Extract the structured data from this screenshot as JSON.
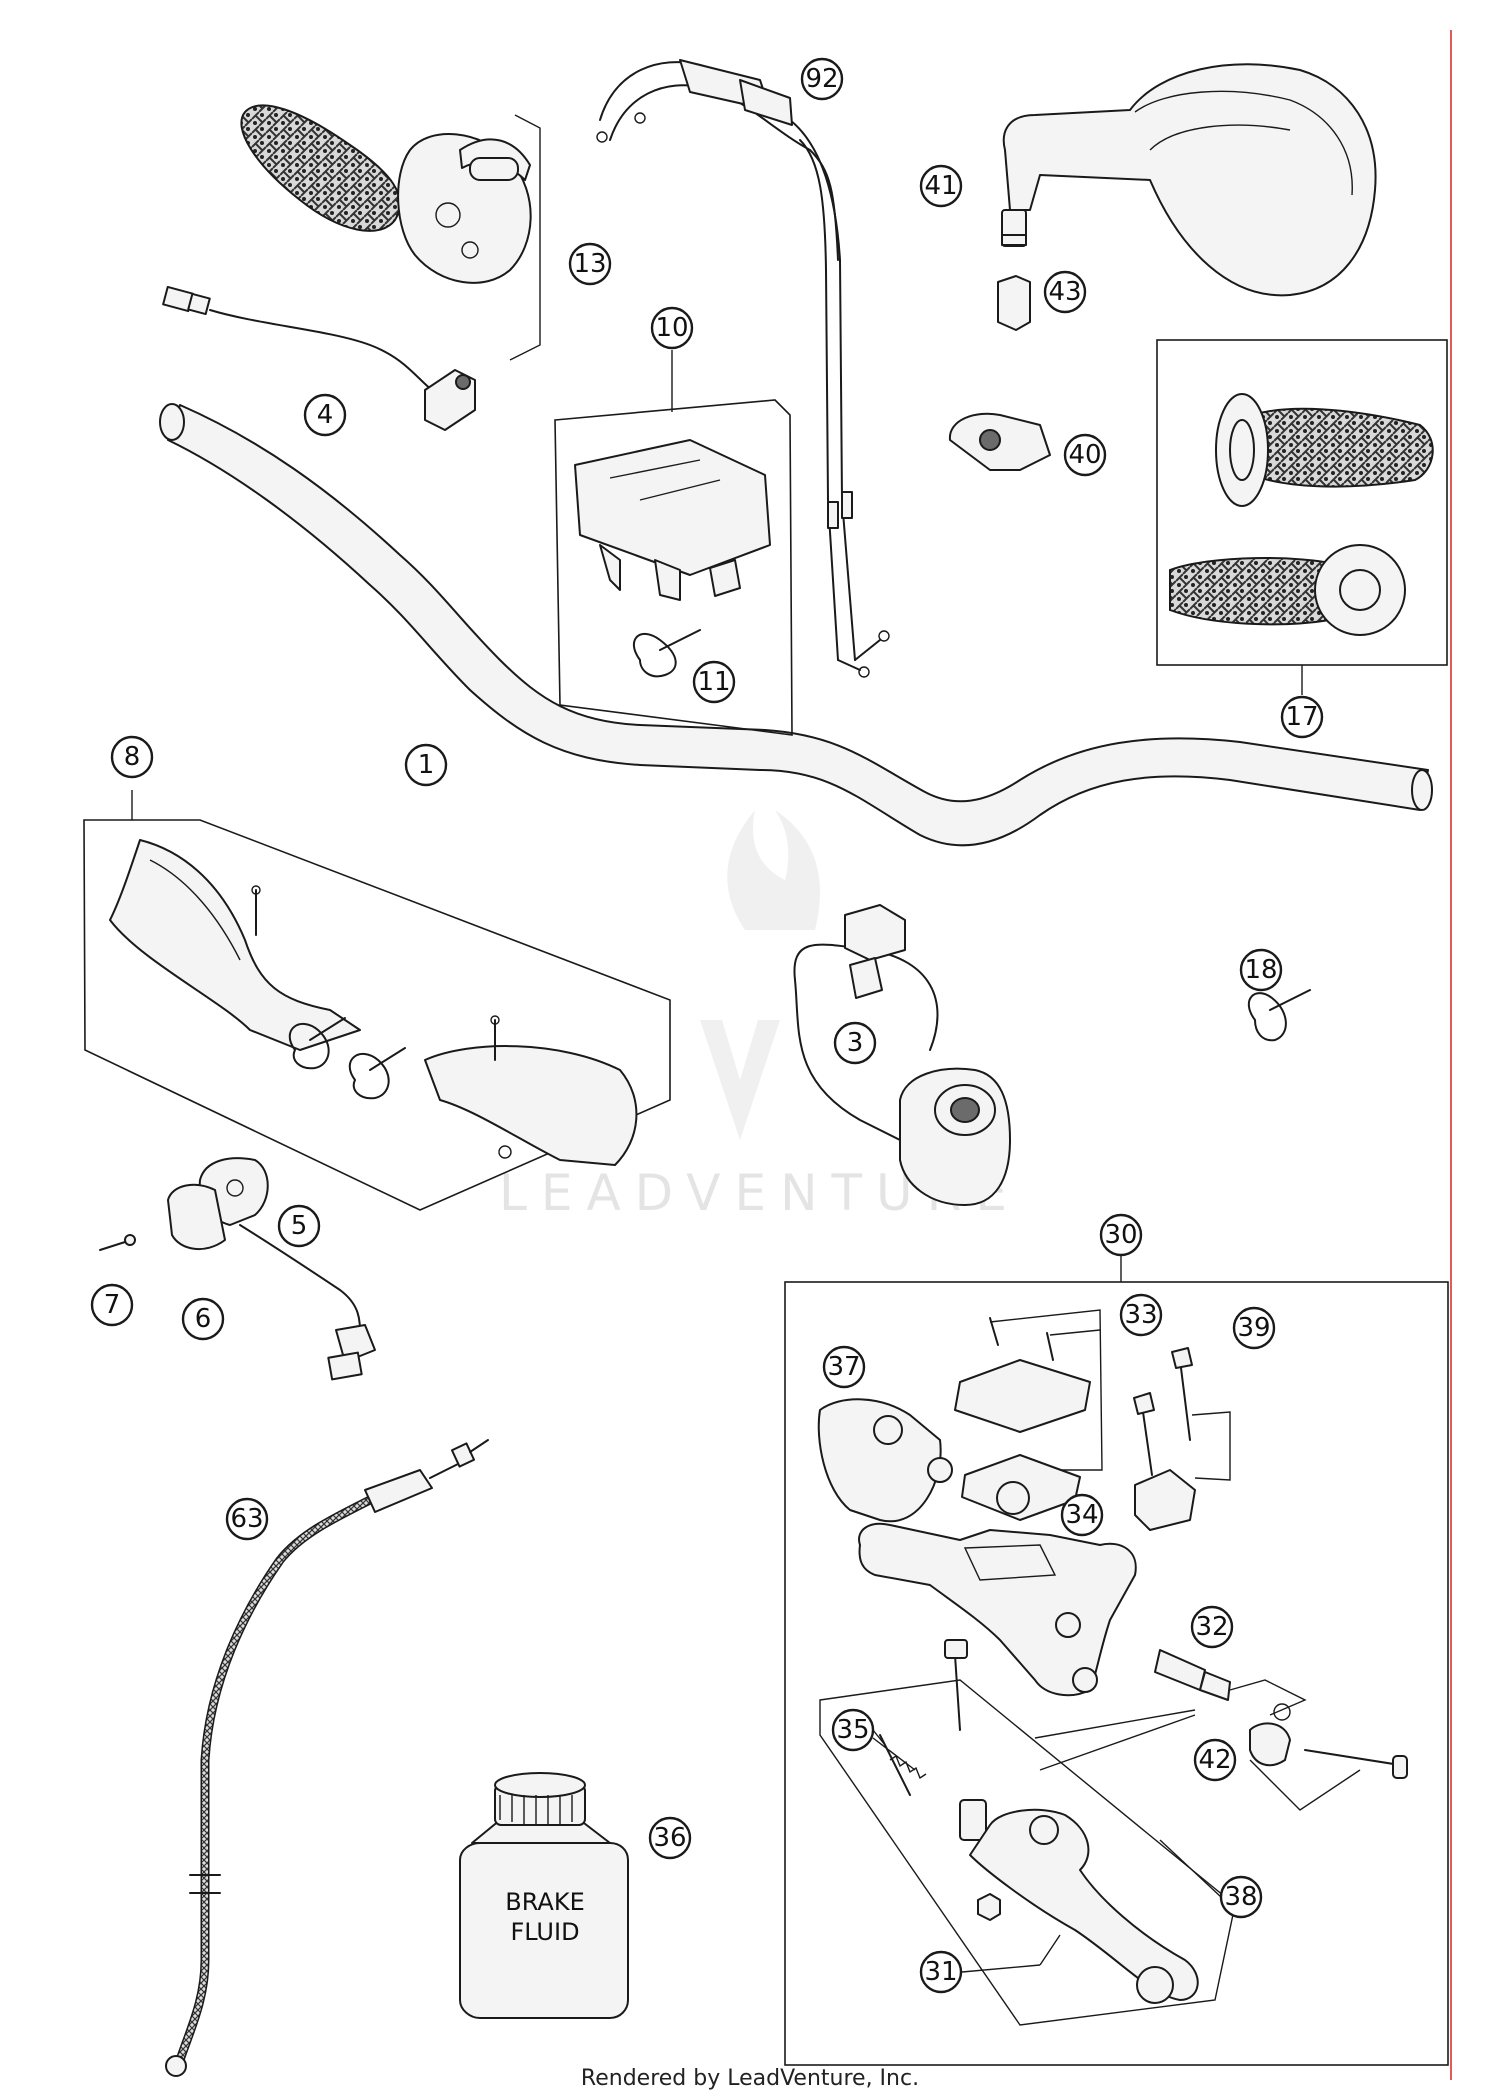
{
  "diagram": {
    "callouts": [
      {
        "n": "92"
      },
      {
        "n": "41"
      },
      {
        "n": "13"
      },
      {
        "n": "43"
      },
      {
        "n": "10"
      },
      {
        "n": "4"
      },
      {
        "n": "40"
      },
      {
        "n": "11"
      },
      {
        "n": "17"
      },
      {
        "n": "8"
      },
      {
        "n": "1"
      },
      {
        "n": "18"
      },
      {
        "n": "3"
      },
      {
        "n": "5"
      },
      {
        "n": "30"
      },
      {
        "n": "7"
      },
      {
        "n": "6"
      },
      {
        "n": "33"
      },
      {
        "n": "39"
      },
      {
        "n": "37"
      },
      {
        "n": "63"
      },
      {
        "n": "34"
      },
      {
        "n": "32"
      },
      {
        "n": "35"
      },
      {
        "n": "36"
      },
      {
        "n": "42"
      },
      {
        "n": "38"
      },
      {
        "n": "31"
      }
    ],
    "bottle_label": [
      "BRAKE",
      "FLUID"
    ],
    "watermark": "LEADVENTURE",
    "footer": "Rendered by LeadVenture, Inc.",
    "accent_color": "#e05a5a"
  }
}
